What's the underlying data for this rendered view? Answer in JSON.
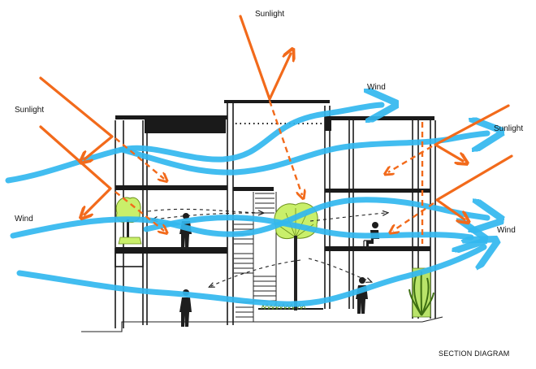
{
  "labels": {
    "sunlight_top": "Sunlight",
    "sunlight_left": "Sunlight",
    "sunlight_right": "Sunlight",
    "wind_top": "Wind",
    "wind_left": "Wind",
    "wind_right": "Wind"
  },
  "caption": "SECTION DIAGRAM",
  "colors": {
    "wind": "#33b8ef",
    "sunlight": "#f26a1b",
    "structure": "#1a1a1a",
    "vegetation": "#c9ef6a"
  },
  "icons": [
    "sun-arrow",
    "wind-arrow",
    "person-icon",
    "tree-icon",
    "plant-icon",
    "stair-icon"
  ]
}
